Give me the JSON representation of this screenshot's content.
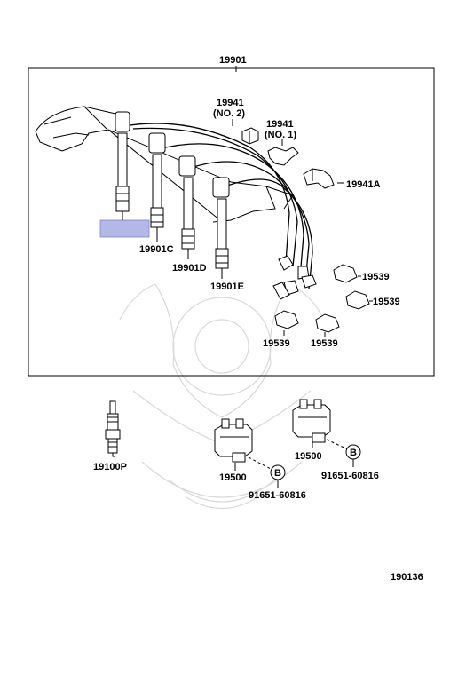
{
  "figure_code": "190136",
  "parts": {
    "cord_set": "19901",
    "clamp_no2": "19941",
    "clamp_no2_note": "(NO. 2)",
    "clamp_no1": "19941",
    "clamp_no1_note": "(NO. 1)",
    "clamp_a": "19941A",
    "cord_c": "19901C",
    "cord_d": "19901D",
    "cord_e": "19901E",
    "clip_right_upper": "19539",
    "clip_right_mid": "19539",
    "clip_bottom_left": "19539",
    "clip_bottom_right": "19539",
    "spark_plug": "19100P",
    "coil_left": "19500",
    "coil_right": "19500",
    "bolt_left_ref": "B",
    "bolt_left": "91651-60816",
    "bolt_right_ref": "B",
    "bolt_right": "91651-60816"
  },
  "highlight_color": "#b4b8e6"
}
